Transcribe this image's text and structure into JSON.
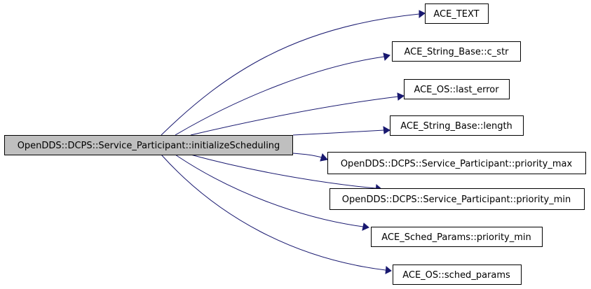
{
  "graph": {
    "source": {
      "label": "OpenDDS::DCPS::Service_Participant::initializeScheduling"
    },
    "targets": [
      {
        "label": "ACE_TEXT"
      },
      {
        "label": "ACE_String_Base::c_str"
      },
      {
        "label": "ACE_OS::last_error"
      },
      {
        "label": "ACE_String_Base::length"
      },
      {
        "label": "OpenDDS::DCPS::Service_Participant::priority_max"
      },
      {
        "label": "OpenDDS::DCPS::Service_Participant::priority_min"
      },
      {
        "label": "ACE_Sched_Params::priority_min"
      },
      {
        "label": "ACE_OS::sched_params"
      }
    ],
    "colors": {
      "edge": "#191970",
      "source_fill": "#bfbfbf",
      "node_fill": "#ffffff",
      "node_border": "#000000"
    }
  }
}
